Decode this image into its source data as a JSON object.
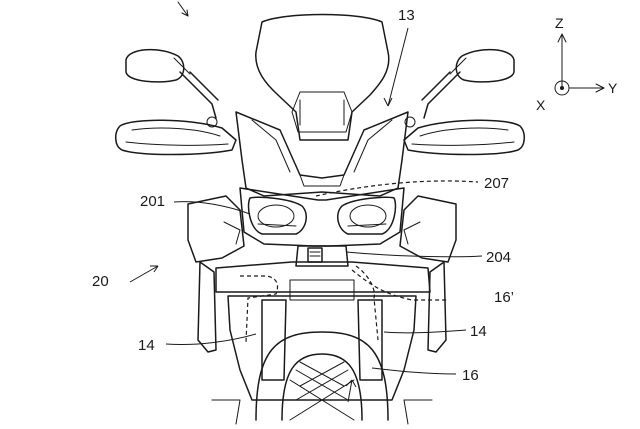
{
  "labels": {
    "l13": "13",
    "l201": "201",
    "l207": "207",
    "l204": "204",
    "l20": "20",
    "l16p": "16’",
    "l14a": "14",
    "l14b": "14",
    "l16": "16"
  },
  "axes": {
    "z": "Z",
    "y": "Y",
    "x": "X"
  }
}
